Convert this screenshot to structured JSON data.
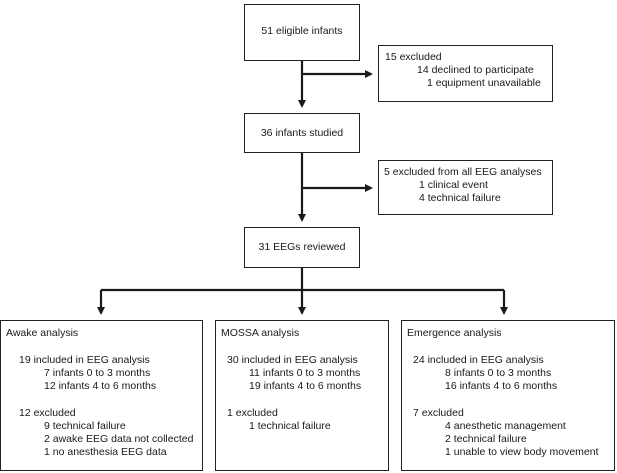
{
  "top": {
    "label": "51 eligible infants"
  },
  "excluded1": {
    "title": "15 excluded",
    "items": [
      "14 declined to participate",
      "1 equipment unavailable"
    ]
  },
  "studied": {
    "label": "36 infants studied"
  },
  "excluded2": {
    "title": "5 excluded from all EEG analyses",
    "items": [
      "1 clinical event",
      "4 technical failure"
    ]
  },
  "reviewed": {
    "label": "31  EEGs reviewed"
  },
  "awake": {
    "title": "Awake analysis",
    "included": "19 included in EEG analysis",
    "included_items": [
      "7 infants 0 to 3 months",
      "12 infants 4 to 6 months"
    ],
    "excluded": "12 excluded",
    "excluded_items": [
      "9 technical failure",
      "2 awake EEG data not collected",
      "1 no anesthesia EEG data"
    ]
  },
  "mossa": {
    "title": "MOSSA analysis",
    "included": "30 included in EEG analysis",
    "included_items": [
      "11 infants 0 to 3 months",
      "19 infants 4 to 6 months"
    ],
    "excluded": "1 excluded",
    "excluded_items": [
      "1 technical failure"
    ]
  },
  "emergence": {
    "title": "Emergence analysis",
    "included": "24 included in EEG analysis",
    "included_items": [
      "8 infants 0 to 3 months",
      "16 infants 4 to 6 months"
    ],
    "excluded": "7 excluded",
    "excluded_items": [
      "4 anesthetic management",
      "2 technical failure",
      "1 unable to view body movement"
    ]
  }
}
